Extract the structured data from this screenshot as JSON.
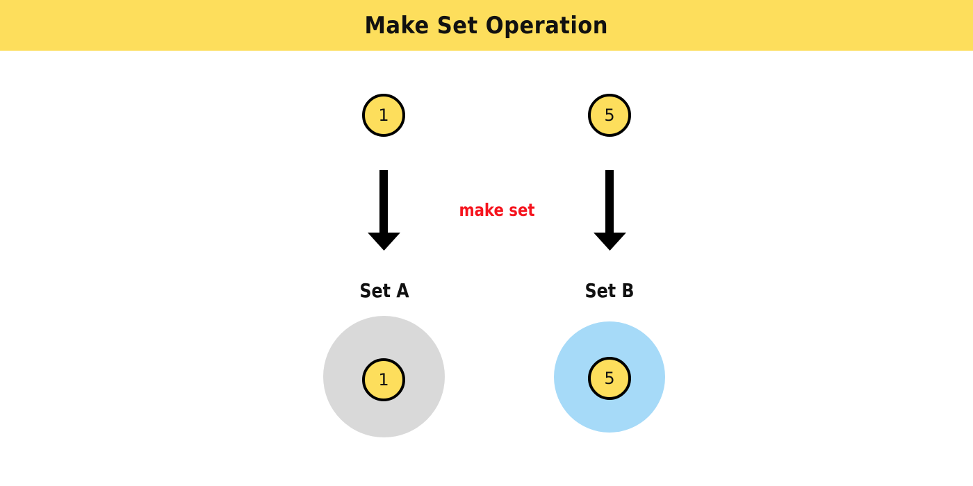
{
  "title": "Make Set Operation",
  "operation_label": "make set",
  "elements": {
    "left": "1",
    "right": "5"
  },
  "sets": [
    {
      "label": "Set A",
      "member": "1"
    },
    {
      "label": "Set B",
      "member": "5"
    }
  ],
  "colors": {
    "header_background": "#FDDE5C",
    "node_fill": "#FDDE5C",
    "node_border": "#000000",
    "arrow": "#000000",
    "operation_text": "#F5141E",
    "set_a_fill": "#D9D9D9",
    "set_b_fill": "#A6DAF8"
  }
}
